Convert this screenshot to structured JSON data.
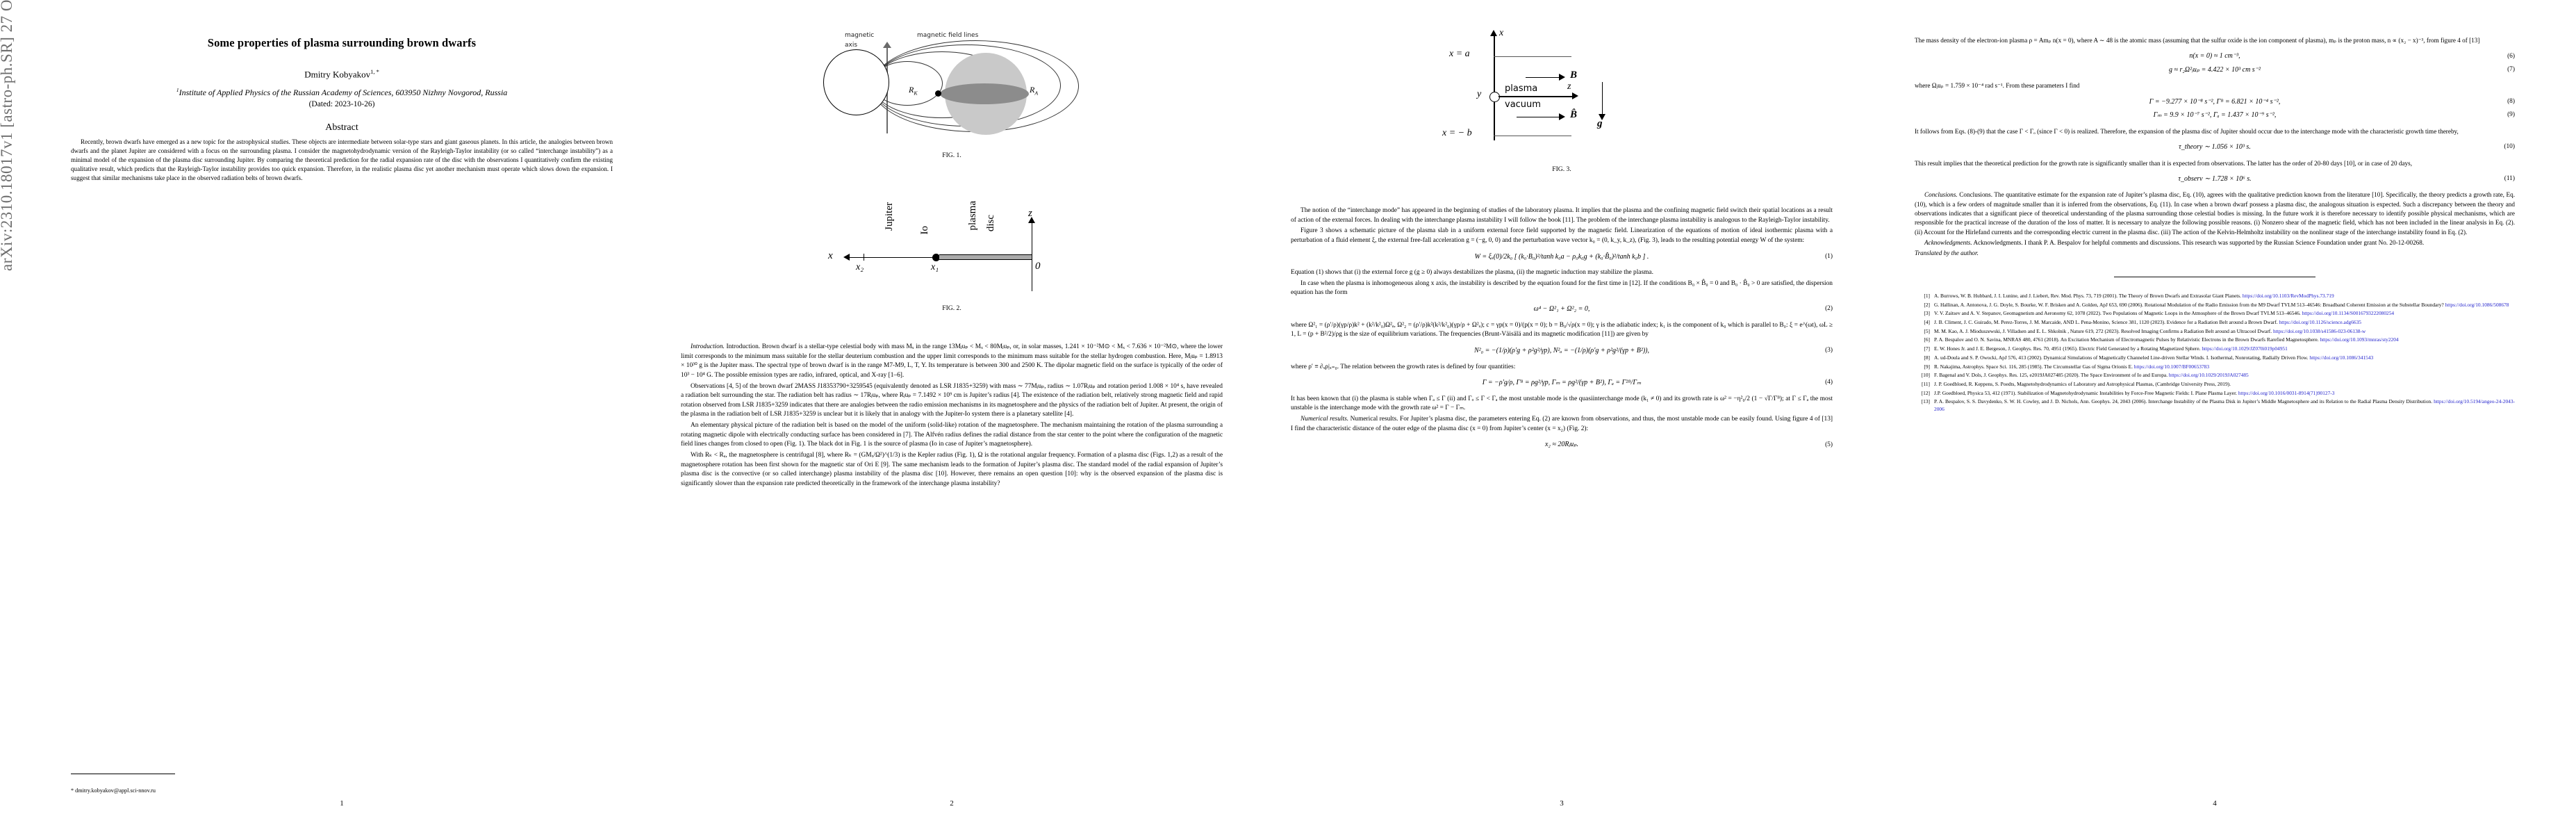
{
  "arxiv_stamp": "arXiv:2310.18017v1  [astro-ph.SR]  27 Oct 2023",
  "paper": {
    "title": "Some properties of plasma surrounding brown dwarfs",
    "author": "Dmitry  Kobyakov",
    "author_sup": "1, *",
    "affiliation_sup": "1",
    "affiliation": "Institute of Applied Physics of the Russian Academy of Sciences, 603950 Nizhny Novgorod, Russia",
    "dated": "(Dated: 2023-10-26)",
    "abstract_heading": "Abstract",
    "abstract": "Recently, brown dwarfs have emerged as a new topic for the astrophysical studies. These objects are intermediate between solar-type stars and giant gaseous planets. In this article, the analogies between brown dwarfs and the planet Jupiter are considered with a focus on the surrounding plasma. I consider the magnetohydrodynamic version of the Rayleigh-Taylor instability (or so called “interchange instability”) as a minimal model of the expansion of the plasma disc surrounding Jupiter. By comparing the theoretical prediction for the radial expansion rate of the disc with the observations I quantitatively confirm the existing qualitative result, which predicts that the Rayleigh-Taylor instability provides too quick expansion. Therefore, in the realistic plasma disc yet another mechanism must operate which slows down the expansion. I suggest that similar mechanisms take place in the observed radiation belts of brown dwarfs.",
    "footnote_email": "* dmitry.kobyakov@appl.sci-nnov.ru"
  },
  "page_numbers": [
    "1",
    "2",
    "3",
    "4"
  ],
  "figures": {
    "fig1": {
      "caption": "FIG. 1.",
      "label_magnetic_axis_line1": "magnetic",
      "label_magnetic_axis_line2": "axis",
      "label_field_lines": "magnetic field lines",
      "label_rk": "R",
      "label_rk_sub": "K",
      "label_ra": "R",
      "label_ra_sub": "A"
    },
    "fig2": {
      "caption": "FIG. 2.",
      "label_jupiter": "Jupiter",
      "label_io": "Io",
      "label_plasma": "plasma",
      "label_disc": "disc",
      "label_x": "x",
      "label_x2": "x₂",
      "label_x1": "x₁",
      "label_z": "z",
      "label_zero": "0"
    },
    "fig3": {
      "caption": "FIG. 3.",
      "label_x": "x",
      "label_x_eq_a": "x = a",
      "label_x_eq_b": "x = − b",
      "label_y": "y",
      "label_z": "z",
      "label_B": "B",
      "label_Bhat": "B̂",
      "label_g": "g",
      "label_plasma": "plasma",
      "label_vacuum": "vacuum"
    }
  },
  "col2": {
    "p_intro": "Introduction. Brown dwarf is a stellar-type celestial body with mass Mₓ in the range 13Mⱼuₚ < Mₓ < 80Mⱼuₚ, or, in solar masses, 1.241 × 10⁻²M⊙ < Mₓ < 7.636 × 10⁻²M⊙, where the lower limit corresponds to the minimum mass suitable for the stellar deuterium combustion and the upper limit corresponds to the minimum mass suitable for the stellar hydrogen combustion. Here, Mⱼuₚ = 1.8913 × 10³⁰ g is the Jupiter mass. The spectral type of brown dwarf is in the range M7-M9, L, T, Y. Its temperature is between 300 and 2500 K. The dipolar magnetic field on the surface is typically of the order of 10³ − 10⁴ G. The possible emission types are radio, infrared, optical, and X-ray [1–6].",
    "p_obs": "Observations [4, 5] of the brown dwarf 2MASS J18353790+3259545 (equivalently denoted as LSR J1835+3259) with mass ∼ 77Mⱼuₚ, radius ∼ 1.07Rⱼuₚ and rotation period 1.008 × 10⁴ s, have revealed a radiation belt surrounding the star. The radiation belt has radius ∼ 17Rⱼuₚ, where Rⱼuₚ = 7.1492 × 10⁹ cm is Jupiter’s radius [4]. The existence of the radiation belt, relatively strong magnetic field and rapid rotation observed from LSR J1835+3259 indicates that there are analogies between the radio emission mechanisms in its magnetosphere and the physics of the radiation belt of Jupiter. At present, the origin of the plasma in the radiation belt of LSR J1835+3259 is unclear but it is likely that in analogy with the Jupiter-Io system there is a planetary satellite [4].",
    "p_element": "An elementary physical picture of the radiation belt is based on the model of the uniform (solid-like) rotation of the magnetosphere. The mechanism maintaining the rotation of the plasma surrounding a rotating magnetic dipole with electrically conducting surface has been considered in [7]. The Alfvén radius defines the radial distance from the star center to the point where the configuration of the magnetic field lines changes from closed to open (Fig. 1). The black dot in Fig. 1 is the source of plasma (Io in case of Jupiter’s magnetosphere).",
    "p_rk": "With Rₖ < Rₐ, the magnetosphere is centrifugal [8], where Rₖ = (GMₓ/Ω²)^(1/3) is the Kepler radius (Fig. 1), Ω is the rotational angular frequency. Formation of a plasma disc (Figs. 1,2) as a result of the magnetosphere rotation has been first shown for the magnetic star of Ori E [9]. The same mechanism leads to the formation of Jupiter’s plasma disc. The standard model of the radial expansion of Jupiter’s plasma disc is the convective (or so called interchange) plasma instability of the plasma disc [10]. However, there remains an open question [10]: why is the observed expansion of the plasma disc is significantly slower than the expansion rate predicted theoretically in the framework of the interchange plasma instability?"
  },
  "col3": {
    "p_notion": "The notion of the “interchange mode” has appeared in the beginning of studies of the laboratory plasma. It implies that the plasma and the confining magnetic field switch their spatial locations as a result of action of the external forces. In dealing with the interchange plasma instability I will follow the book [11]. The problem of the interchange plasma instability is analogous to the Rayleigh-Taylor instability.",
    "p_fig3": "Figure 3 shows a schematic picture of the plasma slab in a uniform external force field supported by the magnetic field. Linearization of the equations of motion of ideal isothermic plasma with a perturbation of a fluid element ξ, the external free-fall acceleration g = (−g, 0, 0) and the perturbation wave vector k₀ = (0, k_y, k_z), (Fig. 3), leads to the resulting potential energy W of the system:",
    "eq1": "W = ξₓ(0)/2k₀ [ (k₀·B₀)²/tanh k₀a − ρ₀k₀g + (k₀·B̂₀)²/tanh k₀b ] .",
    "eq1num": "(1)",
    "p_eq1": "Equation (1) shows that (i) the external force g (g ≥ 0) always destabilizes the plasma, (ii) the magnetic induction may stabilize the plasma.",
    "p_inhom": "In case when the plasma is inhomogeneous along x axis, the instability is described by the equation found for the first time in [12]. If the conditions B₀ × B̂₀ = 0 and B₀ · B̂₀ > 0 are satisfied, the dispersion equation has the form",
    "eq2": "ω⁴ − Ω²₁ + Ω²₂ = 0,",
    "eq2num": "(2)",
    "p_where2": "where Ω²₁ = (ρ′/ρ)(γp/ρ)k² + (k²/k²₀)Ω²ₐ, Ω²₂ = (ρ′/ρ)k²(k²/k²₀)(γp/ρ + Ω²ₐ); c = γp(x = 0)/(p(x = 0); b = B₀/√ρ(x = 0); γ is the adiabatic index; k₁ is the component of k₀ which is parallel to B₀: ξ = e^(ωt), ωL ≥ 1, L = (p + B²/2)/ρg is the size of equilibrium variations. The frequencies (Brunt-Väisälä and its magnetic modification [11]) are given by",
    "eq3": "N²₀ = −(1/ρ)(ρ′g + ρ²g²/γp),   N²ₐ = −(1/ρ)(ρ′g + ρ²g²/(γp + B²)),",
    "eq3num": "(3)",
    "p_where3": "where ρ′ ≡ ∂ₓρ|ₓ₌₀. The relation between the growth rates is defined by four quantities:",
    "eq4": "Γ = −ρ′g/ρ,   Γᴮ = ρg²/γp,   Γₘ = ρg²/(γp + B²),   Γₐ = Γ²ᴮ/Γₘ",
    "eq4num": "(4)",
    "p_known": "It has been known that (i) the plasma is stable when Γₐ ≤ Γ (ii) and Γₒ ≤ Γ < Γₐ the most unstable mode is the quasiinterchange mode (k₁ ≠ 0) and its growth rate is ω² = −η²₀/2 (1 − √Γ/Γᴮ); at Γ ≤ Γₐ the most unstable is the interchange mode with the growth rate ω² = Γ − Γₘ.",
    "p_numerical": "Numerical results. For Jupiter’s plasma disc, the parameters entering Eq. (2) are known from observations, and thus, the most unstable mode can be easily found. Using figure 4 of [13] I find the characteristic distance of the outer edge of the plasma disc (x = 0) from Jupiter’s center (x = x₂) (Fig. 2):",
    "eq5": "x₂ ≈ 20Rⱼuₚ.",
    "eq5num": "(5)"
  },
  "col4": {
    "p_mass": "The mass density of the electron-ion plasma ρ = Amₚ n(x = 0), where A ∼ 48 is the atomic mass (assuming that the sulfur oxide is the ion component of plasma), mₚ is the proton mass, n ∝ (x₂ − x)⁻³, from figure 4 of [13]",
    "eq6": "n(x = 0) ≈ 1 cm⁻³,",
    "eq6num": "(6)",
    "eq7": "g ≈ r₂Ω²ⱼuₚ = 4.422 × 10³ cm s⁻²",
    "eq7num": "(7)",
    "p_where": "where Ωⱼuₚ = 1.759 × 10⁻⁴ rad s⁻¹. From these parameters I find",
    "eq8": "Γ = −9.277 × 10⁻⁸ s⁻²,   Γᴮ = 6.821 × 10⁻⁴ s⁻²,",
    "eq8num": "(8)",
    "eq9": "Γₘ = 9.9 × 10⁻⁷ s⁻²,   Γₐ = 1.437 × 10⁻⁹ s⁻²,",
    "eq9num": "(9)",
    "p_follows": "It follows from Eqs. (8)-(9) that the case Γ < Γₒ (since Γ < 0) is realized. Therefore, the expansion of the plasma disc of Jupiter should occur due to the interchange mode with the characteristic growth time thereby,",
    "eq10": "τ_theory ∼ 1.056 × 10³ s.",
    "eq10num": "(10)",
    "p_result": "This result implies that the theoretical prediction for the growth rate is significantly smaller than it is expected from observations. The latter has the order of 20-80 days [10], or in case of 20 days,",
    "eq11": "τ_observ ∼ 1.728 × 10⁶ s.",
    "eq11num": "(11)",
    "p_concl": "Conclusions. The quantitative estimate for the expansion rate of Jupiter’s plasma disc, Eq. (10), agrees with the qualitative prediction known from the literature [10]. Specifically, the theory predicts a growth rate, Eq. (10), which is a few orders of magnitude smaller than it is inferred from the observations, Eq. (11). In case when a brown dwarf possess a plasma disc, the analogous situation is expected. Such a discrepancy between the theory and observations indicates that a significant piece of theoretical understanding of the plasma surrounding those celestial bodies is missing. In the future work it is therefore necessary to identify possible physical mechanisms, which are responsible for the practical increase of the duration of the loss of matter. It is necessary to analyze the following possible reasons. (i) Nonzero shear of the magnetic field, which has not been included in the linear analysis in Eq. (2). (ii) Account for the Hirlefand currents and the corresponding electric current in the plasma disc. (iii) The action of the Kelvin-Helmholtz instability on the nonlinear stage of the interchange instability found in Eq. (2).",
    "p_ack": "Acknowledgments. I thank P. A. Bespalov for helpful comments and discussions. This research was supported by the Russian Science Foundation under grant No. 20-12-00268.",
    "p_trans": "Translated by the author."
  },
  "references": [
    {
      "num": "[1]",
      "text": "A. Burrows, W. B. Hubbard, J. I. Lunine, and J. Liebert, Rev. Mod. Phys. 73, 719 (2001). The Theory of Brown Dwarfs and Extrasolar Giant Planets. ",
      "doi": "https://doi.org/10.1103/RevModPhys.73.719"
    },
    {
      "num": "[2]",
      "text": "G. Hallinan, A. Antonova, J. G. Doyle, S. Bourke, W. F. Brisken and A. Golden, ApJ 653, 690 (2006). Rotational Modulation of the Radio Emission from the M9 Dwarf TVLM 513–46546: Broadband Coherent Emission at the Substellar Boundary? ",
      "doi": "https://doi.org/10.1086/508678"
    },
    {
      "num": "[3]",
      "text": "V. V. Zaitsev and A. V. Stepanov, Geomagnetism and Aeronomy 62, 1078 (2022). Two Populations of Magnetic Loops in the Atmosphere of the Brown Dwarf TVLM 513–46546. ",
      "doi": "https://doi.org/10.1134/S0016793222080254"
    },
    {
      "num": "[4]",
      "text": "J. B. Climent, J. C. Guirado, M. Perez-Torres, J. M. Marcaide, AND L. Pena-Monino, Science 381, 1120 (2023). Evidence for a Radiation Belt around a Brown Dwarf. ",
      "doi": "https://doi.org/10.1126/science.adg6635"
    },
    {
      "num": "[5]",
      "text": "M. M. Kao, A. J. Mioduszewski, J. Villadsen and E. L. Shkolnik , Nature 619, 272 (2023). Resolved Imaging Confirms a Radiation Belt around an Ultracool Dwarf. ",
      "doi": "https://doi.org/10.1038/s41586-023-06138-w"
    },
    {
      "num": "[6]",
      "text": "P. A. Bespalov and O. N. Savina, MNRAS 480, 4761 (2018). An Excitation Mechanism of Electromagnetic Pulses by Relativistic Electrons in the Brown Dwarfs Rarefied Magnetosphere. ",
      "doi": "https://doi.org/10.1093/mnras/sty2204"
    },
    {
      "num": "[7]",
      "text": "E. W. Hones Jr. and J. E. Bergeson, J. Geophys. Res. 70, 4951 (1965). Electric Field Generated by a Rotating Magnetized Sphere. ",
      "doi": "https://doi.org/10.1029/JZ070i019p04951"
    },
    {
      "num": "[8]",
      "text": "A. ud-Doula and S. P. Owocki, ApJ 576, 413 (2002). Dynamical Simulations of Magnetically Channeled Line-driven Stellar Winds. I. Isothermal, Nonrotating, Radially Driven Flow. ",
      "doi": "https://doi.org/10.1086/341543"
    },
    {
      "num": "[9]",
      "text": "R. Nakajima, Astrophys. Space Sci. 116, 285 (1985). The Circumstellar Gas of Sigma Orionis E. ",
      "doi": "https://doi.org/10.1007/BF00653783"
    },
    {
      "num": "[10]",
      "text": "F. Bagenal and V. Dols, J. Geophys. Res. 125, e2019JA027485 (2020). The Space Environment of Io and Europa. ",
      "doi": "https://doi.org/10.1029/2019JA027485"
    },
    {
      "num": "[11]",
      "text": "J. P. Goedbloed, R. Keppens, S. Poedts, Magnetohydrodynamics of Laboratory and Astrophysical Plasmas, (Cambridge University Press, 2019).",
      "doi": ""
    },
    {
      "num": "[12]",
      "text": "J.P. Goedbloed, Physica 53, 412 (1971). Stabilization of Magnetohydrodynamic Instabilities by Force-Free Magnetic Fields: I. Plane Plasma Layer. ",
      "doi": "https://doi.org/10.1016/0031-8914(71)90127-3"
    },
    {
      "num": "[13]",
      "text": "P. A. Bespalov, S. S. Davydenko, S. W. H. Cowley, and J. D. Nichols, Ann. Geophys. 24, 2043 (2006). Interchange Instability of the Plasma Disk in Jupiter’s Middle Magnetosphere and its Relation to the Radial Plasma Density Distribution. ",
      "doi": "https://doi.org/10.5194/angeo-24-2043-2006"
    }
  ]
}
